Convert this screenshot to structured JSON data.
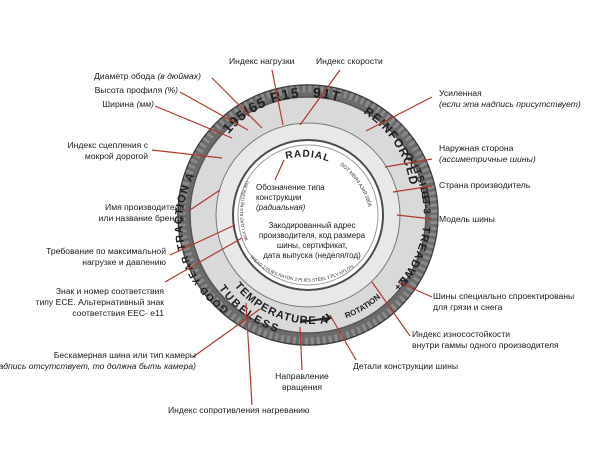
{
  "tire_markings": {
    "size": "195/65 R15",
    "service": "91T",
    "reinforced": "REINFORCED",
    "outside": "OUTSIDE",
    "radial": "RADIAL",
    "traction": "TRACTION A",
    "temperature": "TEMPERATURE A",
    "tubeless": "TUBELESS",
    "treadwear": "TREADWEAR 360",
    "ms": "M+S",
    "brand": "GOOD YEAR",
    "rotation": "ROTATION",
    "dot": "DOT MBR4 AJ4R 0806",
    "model": "GT-3",
    "max_load": "MAX LOAD 615 kg (1356 lbs)",
    "max_press": "MAX PRESS 300 kPa (44 psi)",
    "ece": "E4 0210123",
    "plies_sidewall": "SIDEWALL 2 PLIES RAYON",
    "plies_tread": "TREAD 2 PLIES RAYON 2 PLIES STEEL 1 PLY NYLON"
  },
  "labels": {
    "load_index": "Индекс нагрузки",
    "speed_index": "Индекс скорости",
    "rim_diameter": "Диаметр обода",
    "rim_diameter_unit": "(в дюймах)",
    "profile_height": "Высота профиля",
    "profile_height_unit": "(%)",
    "width": "Ширина",
    "width_unit": "(мм)",
    "reinforced_1": "Усиленная",
    "reinforced_2": "(если эта надпись присутствует)",
    "grip_1": "Индекс сцепления с",
    "grip_2": "мокрой дорогой",
    "outer_side_1": "Наружная сторона",
    "outer_side_2": "(ассиметричные шины)",
    "country": "Страна производитель",
    "construction_1": "Обозначение типа",
    "construction_2": "конструкции",
    "construction_3": "(радиальная)",
    "manufacturer_1": "Имя производителя",
    "manufacturer_2": "или название бренда",
    "model": "Модель шины",
    "coded_1": "Закодированный адрес",
    "coded_2": "производителя, код размера",
    "coded_3": "шины, сертификат,",
    "coded_4": "дата выпуска (неделя/год)",
    "maxload_1": "Требование по максимальной",
    "maxload_2": "нагрузке и давлению",
    "ece_1": "Знак и номер соответствия",
    "ece_2": "типу ECE. Альтернативный знак",
    "ece_3": "соответствия EEC- e11",
    "mud_snow_1": "Шины специально спроектированы",
    "mud_snow_2": "для грязи и снега",
    "wear_1": "Индекс износостойкости",
    "wear_2": "внутри гаммы одного производителя",
    "tubeless_1": "Бескамерная шина или тип камеры",
    "tubeless_2": "(если надпись отсутствует, то должна быть камера)",
    "construction_details": "Детали конструкции шины",
    "rotation_1": "Направление",
    "rotation_2": "вращения",
    "heat": "Индекс сопротивления нагреванию"
  },
  "colors": {
    "leader": "#c0392b",
    "tire_dark": "#5a5a5a",
    "tire_mid": "#9a9a9a",
    "tire_light": "#dcdcdc",
    "tread_text": "#202020"
  }
}
